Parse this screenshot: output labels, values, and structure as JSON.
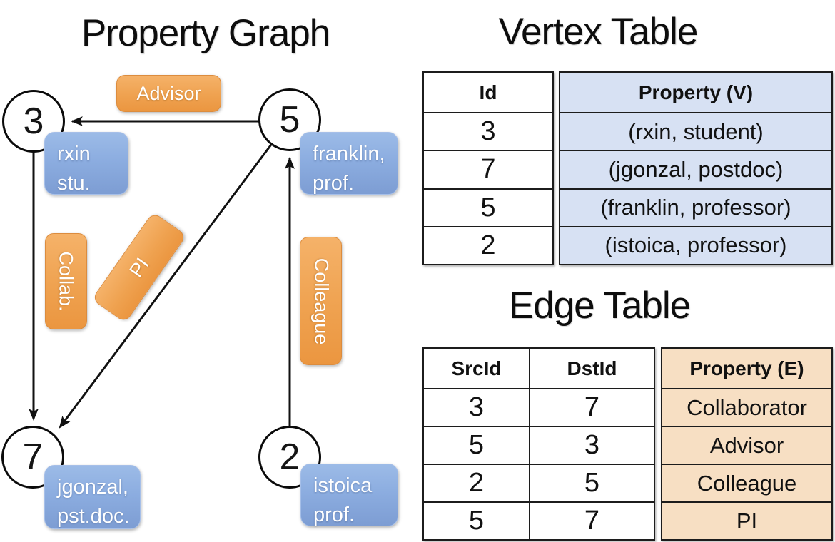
{
  "graph": {
    "title": "Property Graph",
    "nodes": [
      {
        "id": "3",
        "property": [
          "rxin",
          "stu."
        ]
      },
      {
        "id": "5",
        "property": [
          "franklin,",
          "prof."
        ]
      },
      {
        "id": "7",
        "property": [
          "jgonzal,",
          "pst.doc."
        ]
      },
      {
        "id": "2",
        "property": [
          "istoica",
          "prof."
        ]
      }
    ],
    "edges": [
      {
        "label": "Advisor",
        "src": "5",
        "dst": "3"
      },
      {
        "label": "Collab.",
        "src": "3",
        "dst": "7"
      },
      {
        "label": "PI",
        "src": "5",
        "dst": "7"
      },
      {
        "label": "Colleague",
        "src": "2",
        "dst": "5"
      }
    ]
  },
  "vertex_table": {
    "title": "Vertex Table",
    "columns": [
      "Id",
      "Property (V)"
    ],
    "rows": [
      [
        "3",
        "(rxin, student)"
      ],
      [
        "7",
        "(jgonzal, postdoc)"
      ],
      [
        "5",
        "(franklin, professor)"
      ],
      [
        "2",
        "(istoica, professor)"
      ]
    ]
  },
  "edge_table": {
    "title": "Edge Table",
    "columns": [
      "SrcId",
      "DstId",
      "Property (E)"
    ],
    "rows": [
      [
        "3",
        "7",
        "Collaborator"
      ],
      [
        "5",
        "3",
        "Advisor"
      ],
      [
        "2",
        "5",
        "Colleague"
      ],
      [
        "5",
        "7",
        "PI"
      ]
    ]
  },
  "colors": {
    "edge_label_orange": "#EB9640",
    "vertex_box_blue": "#7D9DD3",
    "vertex_table_fill": "#D7E1F3",
    "edge_table_fill": "#F7DFC3",
    "line_black": "#111111"
  }
}
